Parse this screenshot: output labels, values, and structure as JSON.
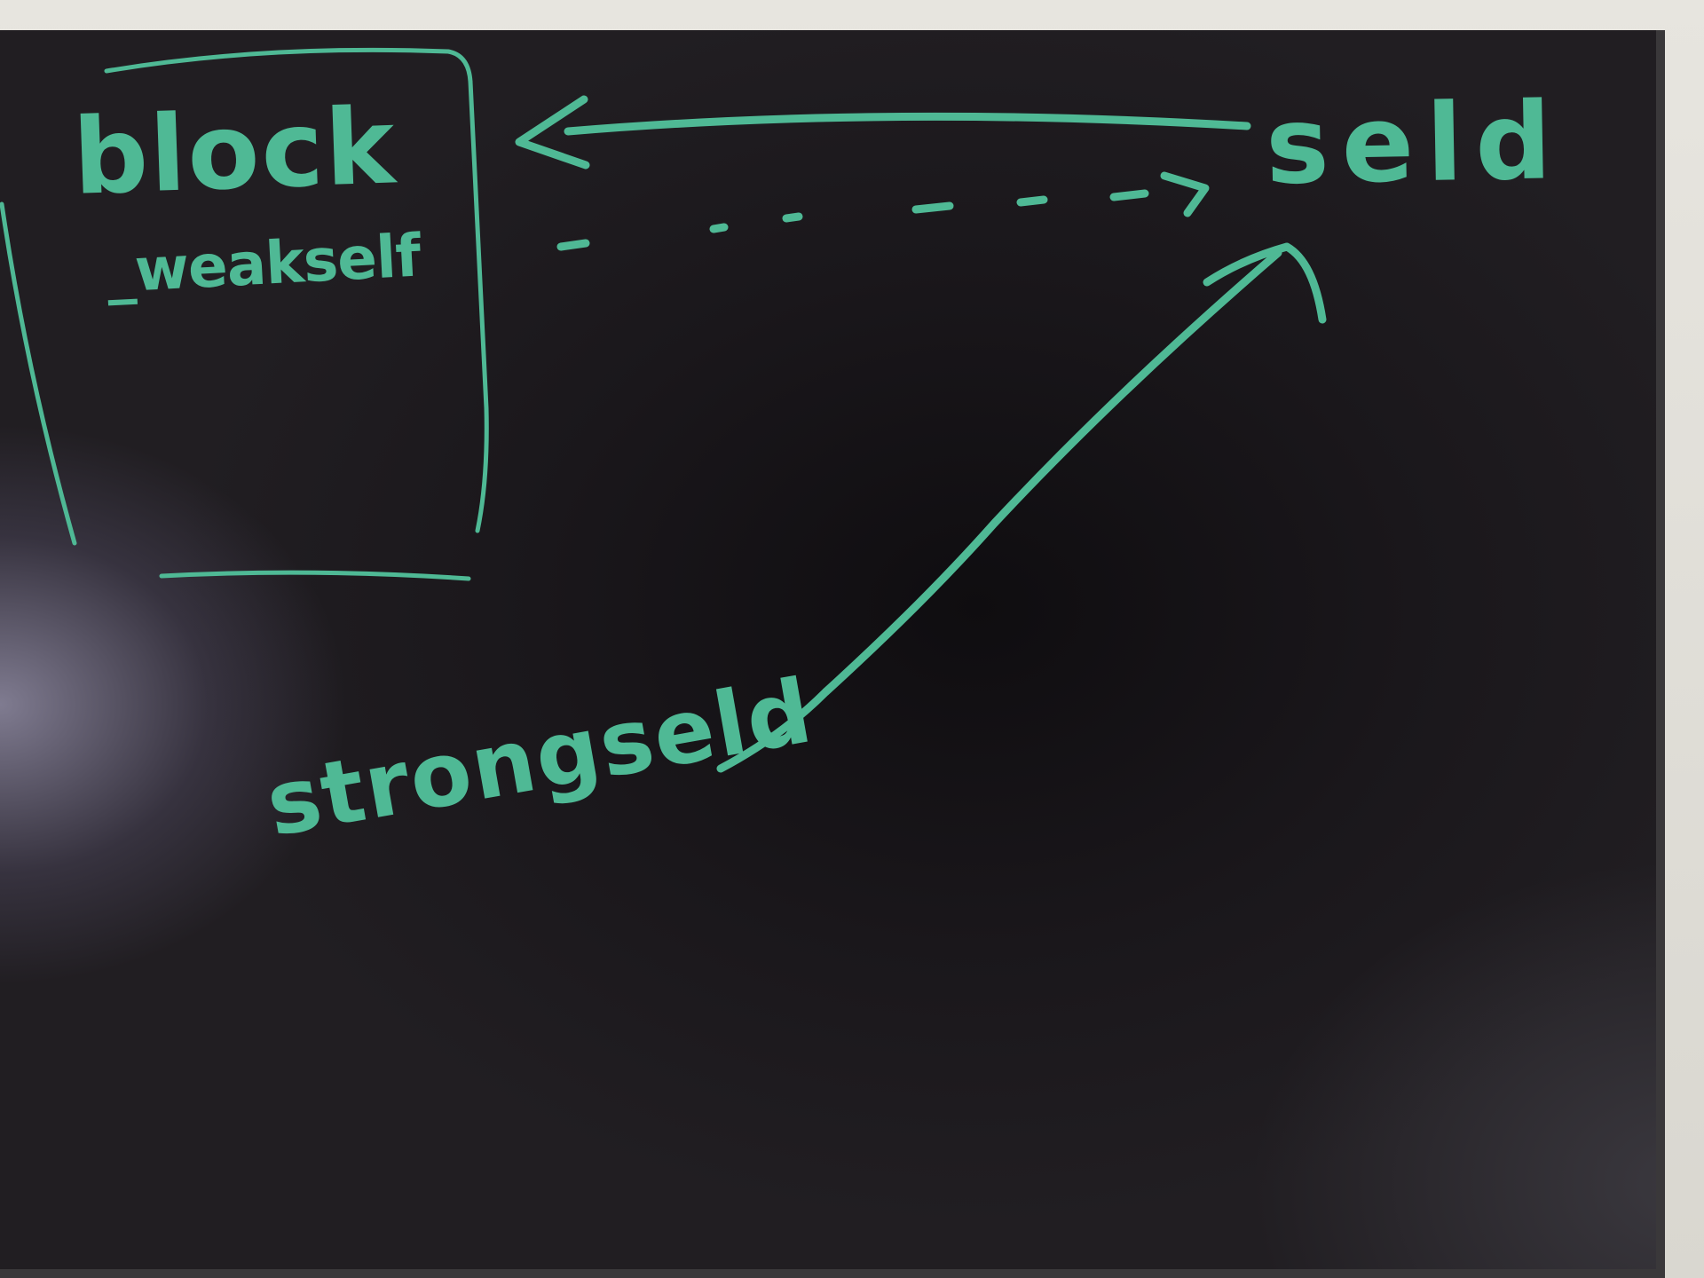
{
  "diagram": {
    "labels": {
      "block": "block",
      "weak_self": "_weakself",
      "self": "seld",
      "strong_self": "strongseld"
    },
    "colors": {
      "chalk": "#4fb995",
      "board": "#1a171b",
      "wall": "#e2e0da"
    },
    "edges": [
      {
        "from": "self",
        "to": "block",
        "style": "solid",
        "head": "open-arrow"
      },
      {
        "from": "weak_self",
        "to": "self",
        "style": "dashed",
        "head": "open-arrow"
      },
      {
        "from": "strong_self",
        "to": "self",
        "style": "solid",
        "head": "open-arrow"
      }
    ]
  }
}
